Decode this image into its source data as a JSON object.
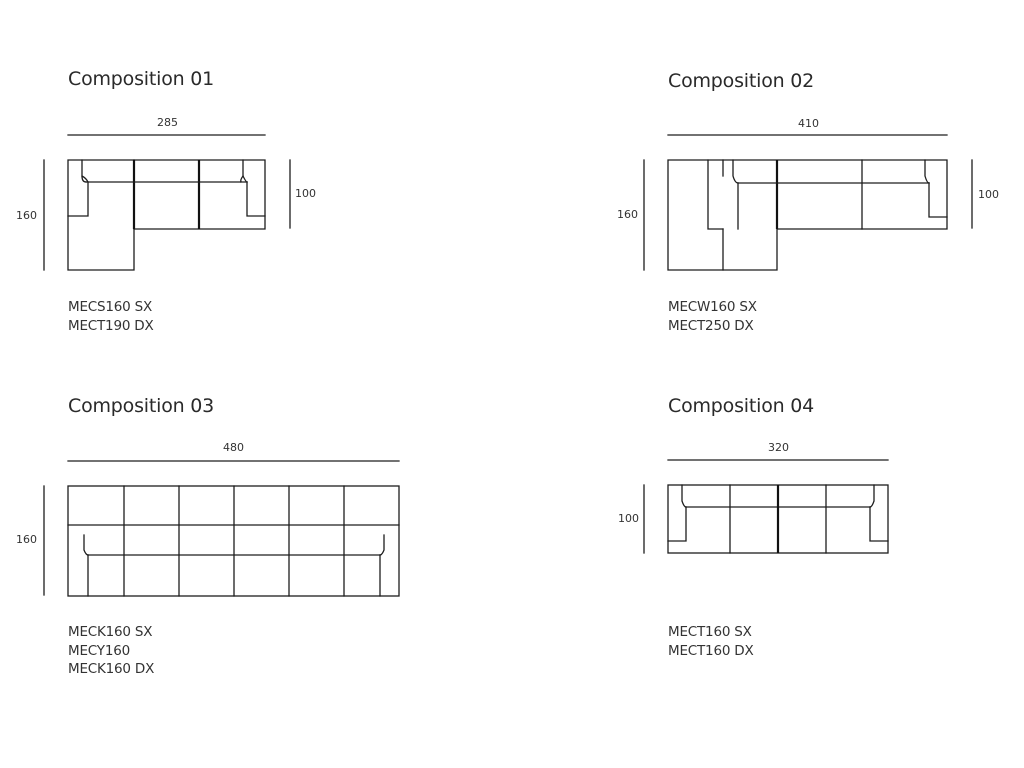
{
  "compositions": [
    {
      "title": "Composition 01",
      "width_label": "285",
      "depth_label": "160",
      "seat_label": "100",
      "codes": [
        "MECS160 SX",
        "MECT190 DX"
      ]
    },
    {
      "title": "Composition 02",
      "width_label": "410",
      "depth_label": "160",
      "seat_label": "100",
      "codes": [
        "MECW160 SX",
        "MECT250 DX"
      ]
    },
    {
      "title": "Composition 03",
      "width_label": "480",
      "depth_label": "160",
      "codes": [
        "MECK160 SX",
        "MECY160",
        "MECK160 DX"
      ]
    },
    {
      "title": "Composition 04",
      "width_label": "320",
      "depth_label": "100",
      "codes": [
        "MECT160 SX",
        "MECT160 DX"
      ]
    }
  ]
}
